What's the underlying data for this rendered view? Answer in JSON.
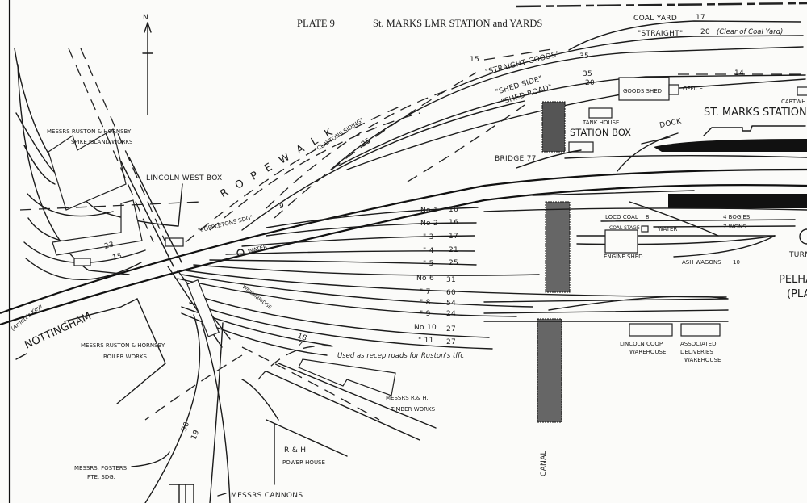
{
  "header": {
    "plate": "PLATE 9",
    "title": "St. MARKS LMR STATION and YARDS"
  },
  "compass": {
    "north": "N"
  },
  "goods_roads": {
    "coal_yard": "COAL YARD",
    "coal_yard_len": "17",
    "straight": "\"STRAIGHT\"",
    "straight_len": "20",
    "straight_note": "(Clear of Coal Yard)",
    "straight_goods": "\"STRAIGHT GOODS\"",
    "straight_goods_len": "35",
    "straight_goods_back": "15",
    "shed_side": "\"SHED SIDE\"",
    "shed_side_len": "35",
    "shed_road": "\"SHED ROAD\"",
    "shed_road_len": "20",
    "shed_road_ext": "14",
    "claytons": "\"CLAYTONS SIDING\"",
    "claytons_len": "25",
    "ropewalk": "R O P E W A L K"
  },
  "buildings": {
    "goods_shed": "GOODS SHED",
    "office": "OFFICE",
    "cartwheel": "CARTWH",
    "station": "ST. MARKS STATION",
    "tank_house": "TANK HOUSE",
    "station_box": "STATION BOX",
    "dock": "DOCK",
    "bridge": "BRIDGE 77",
    "spike_island_1": "MESSRS RUSTON & HORNSBY",
    "spike_island_2": "SPIKE ISLAND WORKS",
    "west_box": "LINCOLN WEST BOX",
    "boiler_1": "MESSRS RUSTON & HORNSBY",
    "boiler_2": "BOILER WORKS",
    "timber_1": "MESSRS R.& H.",
    "timber_2": "TIMBER WORKS",
    "power_1": "R & H",
    "power_2": "POWER HOUSE",
    "fosters_1": "MESSRS. FOSTERS",
    "fosters_2": "PTE. SDG.",
    "cannons": "MESSRS CANNONS",
    "coop_1": "LINCOLN COOP",
    "coop_2": "WAREHOUSE",
    "assoc_1": "ASSOCIATED",
    "assoc_2": "DELIVERIES",
    "assoc_3": "WAREHOUSE",
    "engine_shed": "ENGINE SHED",
    "coal_stage": "COAL STAGE",
    "water_loco": "WATER",
    "turntable": "TURN",
    "pelham_1": "PELHA",
    "pelham_2": "(PLA",
    "canal": "CANAL",
    "weighbridge": "WEIGHBRIDGE",
    "water": "WATER"
  },
  "loco": {
    "loco_coal": "LOCO COAL",
    "loco_coal_len": "8",
    "bogies": "4 BOGIES",
    "wgns": "7 WGNS",
    "ash": "ASH WAGONS",
    "ash_len": "10"
  },
  "west": {
    "poppletons": "\"POPPLETONS SDG\"",
    "poppletons_len": "9",
    "n23": "23",
    "n15": "15",
    "nottingham": "NOTTINGHAM",
    "arrowsmith": "(Arnott's Key)",
    "n18": "18",
    "n7": "7",
    "recep_note": "Used as recep roads for Ruston's tffc",
    "n30": "30",
    "n19": "19"
  },
  "sidings": [
    {
      "label": "No 1",
      "len": "16"
    },
    {
      "label": "No 2",
      "len": "16"
    },
    {
      "label": "\" 3",
      "len": "17"
    },
    {
      "label": "\" 4",
      "len": "21"
    },
    {
      "label": "\" 5",
      "len": "25"
    },
    {
      "label": "No 6",
      "len": "31"
    },
    {
      "label": "\" 7",
      "len": "60"
    },
    {
      "label": "\" 8",
      "len": "54"
    },
    {
      "label": "\" 9",
      "len": "24"
    },
    {
      "label": "No 10",
      "len": "27"
    },
    {
      "label": "\" 11",
      "len": "27"
    }
  ]
}
